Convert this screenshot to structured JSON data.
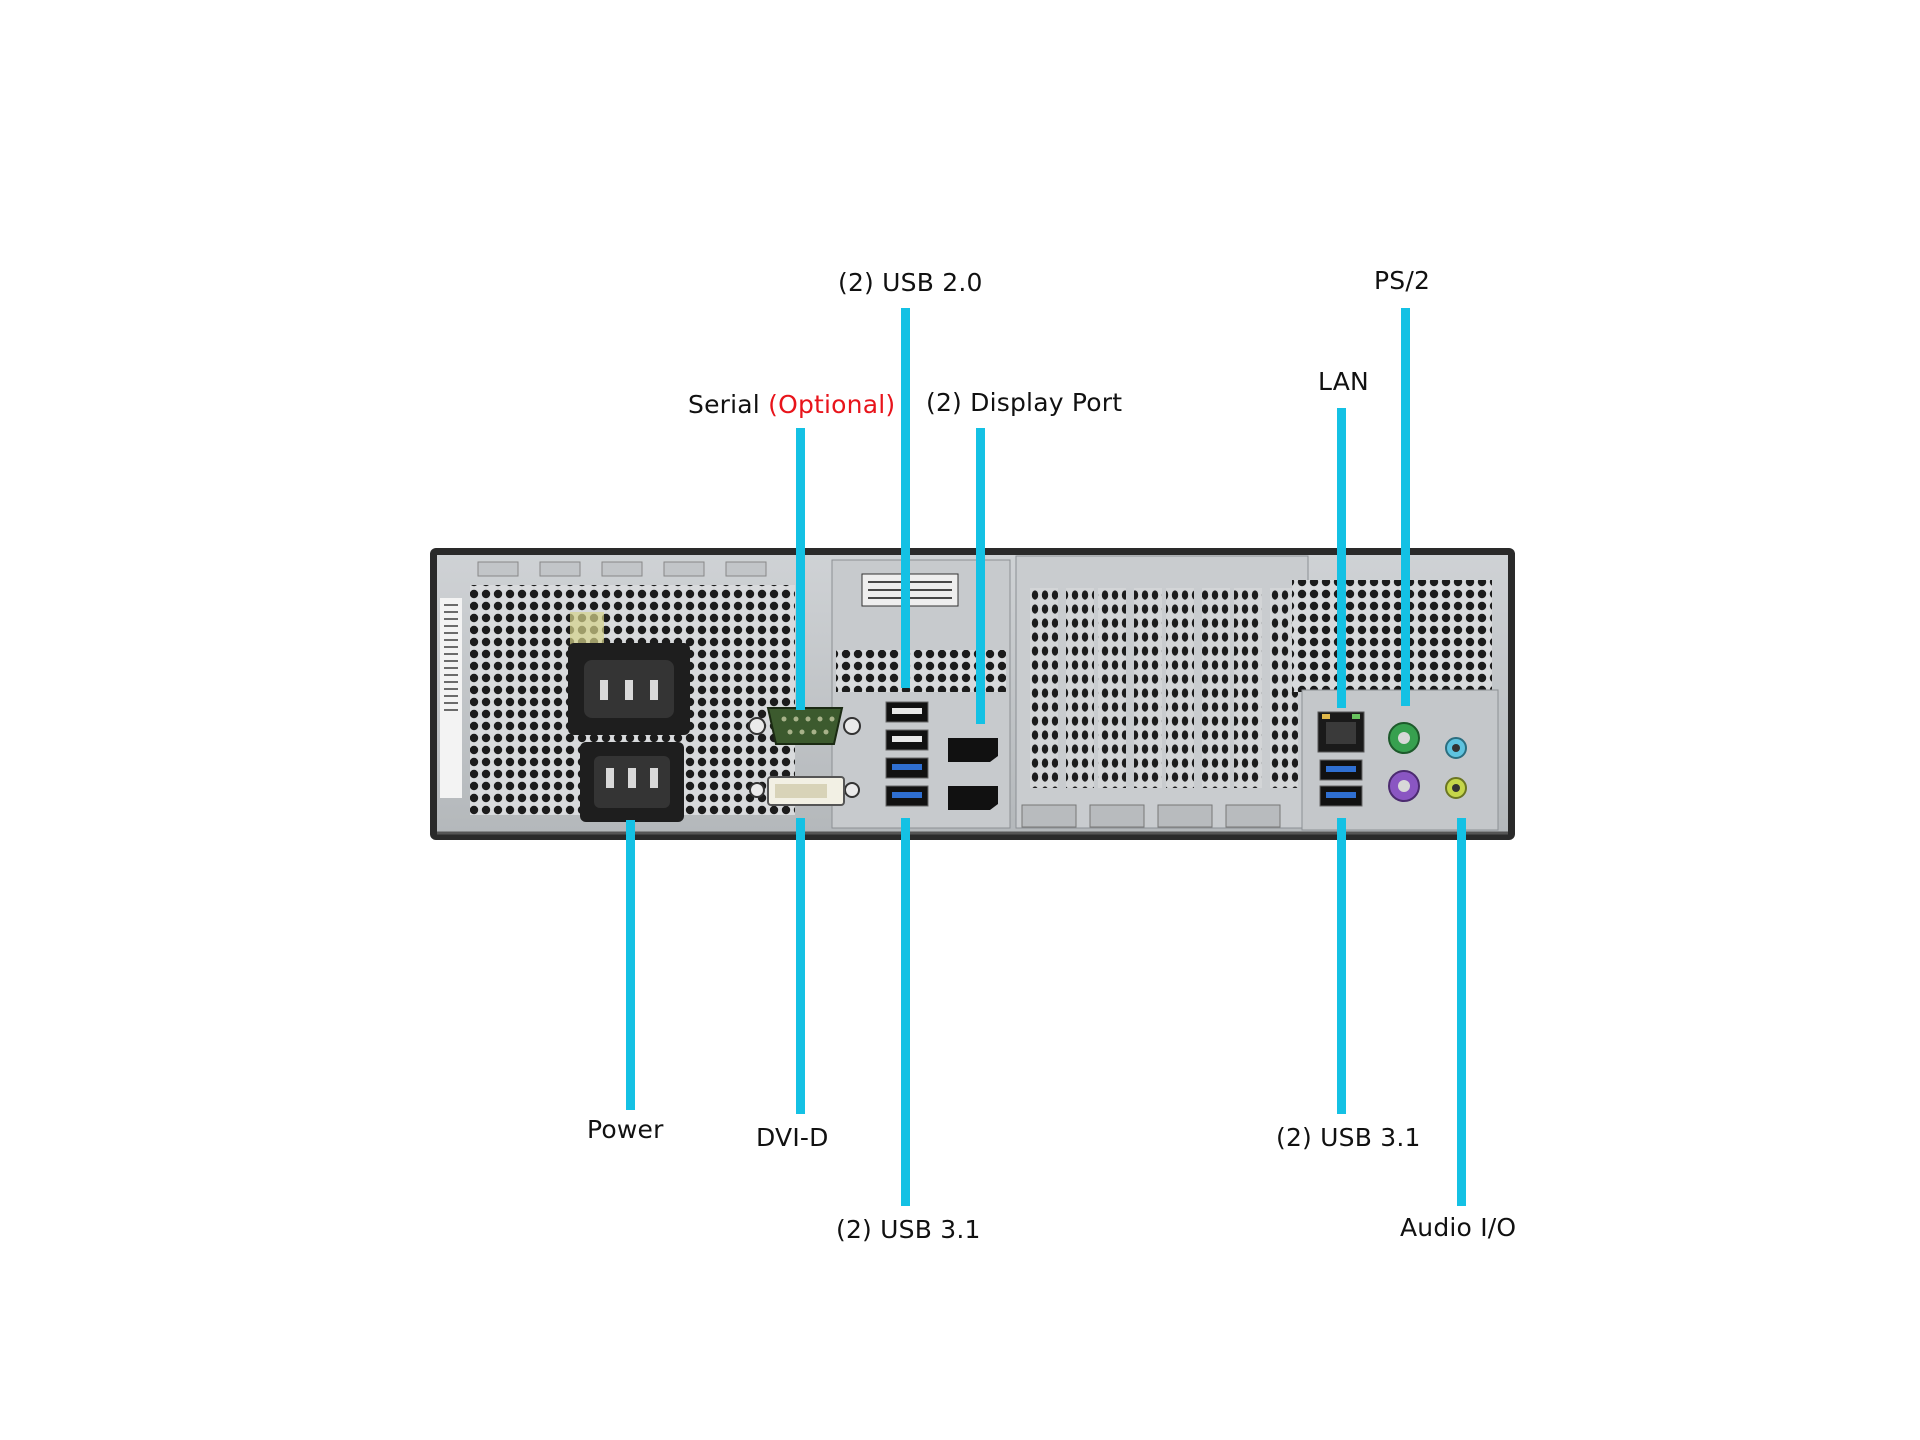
{
  "labels": {
    "usb20_top": "(2) USB 2.0",
    "ps2": "PS/2",
    "serial": "Serial",
    "serial_note": "(Optional)",
    "displayport": "(2) Display Port",
    "lan": "LAN",
    "power": "Power",
    "dvid": "DVI-D",
    "usb31_right": "(2) USB 3.1",
    "usb31_bottom": "(2) USB 3.1",
    "audio": "Audio I/O"
  },
  "colors": {
    "leader": "#14c1e4",
    "optional_note": "#e8141b",
    "chassis": "#b9bcbf",
    "background": "#ffffff",
    "usb3_blue": "#2f6fd1",
    "ps2_mouse": "#37a04f",
    "ps2_keyboard": "#8a56c2",
    "audio_in": "#5ec3df",
    "audio_out": "#c5d64a",
    "serial_port": "#3c5a2e"
  },
  "icons": [
    "power-inlet-icon",
    "serial-port-icon",
    "dvi-port-icon",
    "usb-port-icon",
    "displayport-icon",
    "lan-port-icon",
    "ps2-port-icon",
    "audio-jack-icon"
  ]
}
